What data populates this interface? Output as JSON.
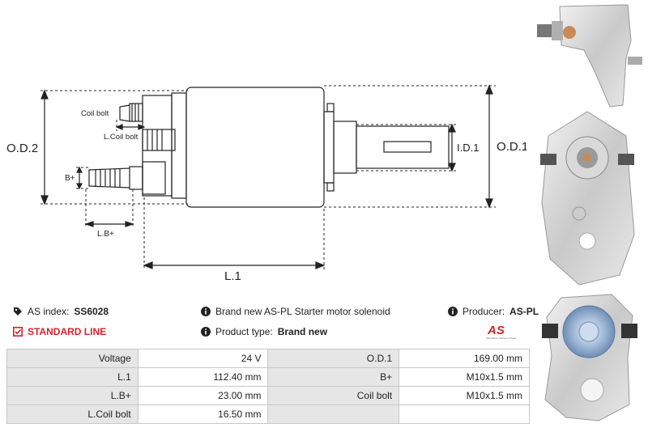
{
  "diagram": {
    "labels": {
      "od2": "O.D.2",
      "od1": "O.D.1",
      "id1": "I.D.1",
      "l1": "L.1",
      "lb": "L.B+",
      "bplus": "B+",
      "coil_bolt": "Coil bolt",
      "l_coil_bolt": "L.Coil bolt"
    }
  },
  "info": {
    "as_index_label": "AS index:",
    "as_index_value": "SS6028",
    "description": "Brand new AS-PL Starter motor solenoid",
    "producer_label": "Producer:",
    "producer_value": "AS-PL",
    "standard_line": "STANDARD LINE",
    "product_type_label": "Product type:",
    "product_type_value": "Brand new",
    "logo_text": "AS",
    "logo_tagline": "Alternators, Starters & Parts"
  },
  "colors": {
    "accent": "#d8232a",
    "header_cell": "#e6e6e6",
    "border": "#c8c8c8"
  },
  "specs": [
    [
      {
        "k": "Voltage",
        "v": "24 V"
      },
      {
        "k": "O.D.1",
        "v": "169.00 mm"
      }
    ],
    [
      {
        "k": "L.1",
        "v": "112.40 mm"
      },
      {
        "k": "B+",
        "v": "M10x1.5 mm"
      }
    ],
    [
      {
        "k": "L.B+",
        "v": "23.00 mm"
      },
      {
        "k": "Coil bolt",
        "v": "M10x1.5 mm"
      }
    ],
    [
      {
        "k": "L.Coil bolt",
        "v": "16.50 mm"
      },
      {
        "k": "",
        "v": ""
      }
    ]
  ]
}
